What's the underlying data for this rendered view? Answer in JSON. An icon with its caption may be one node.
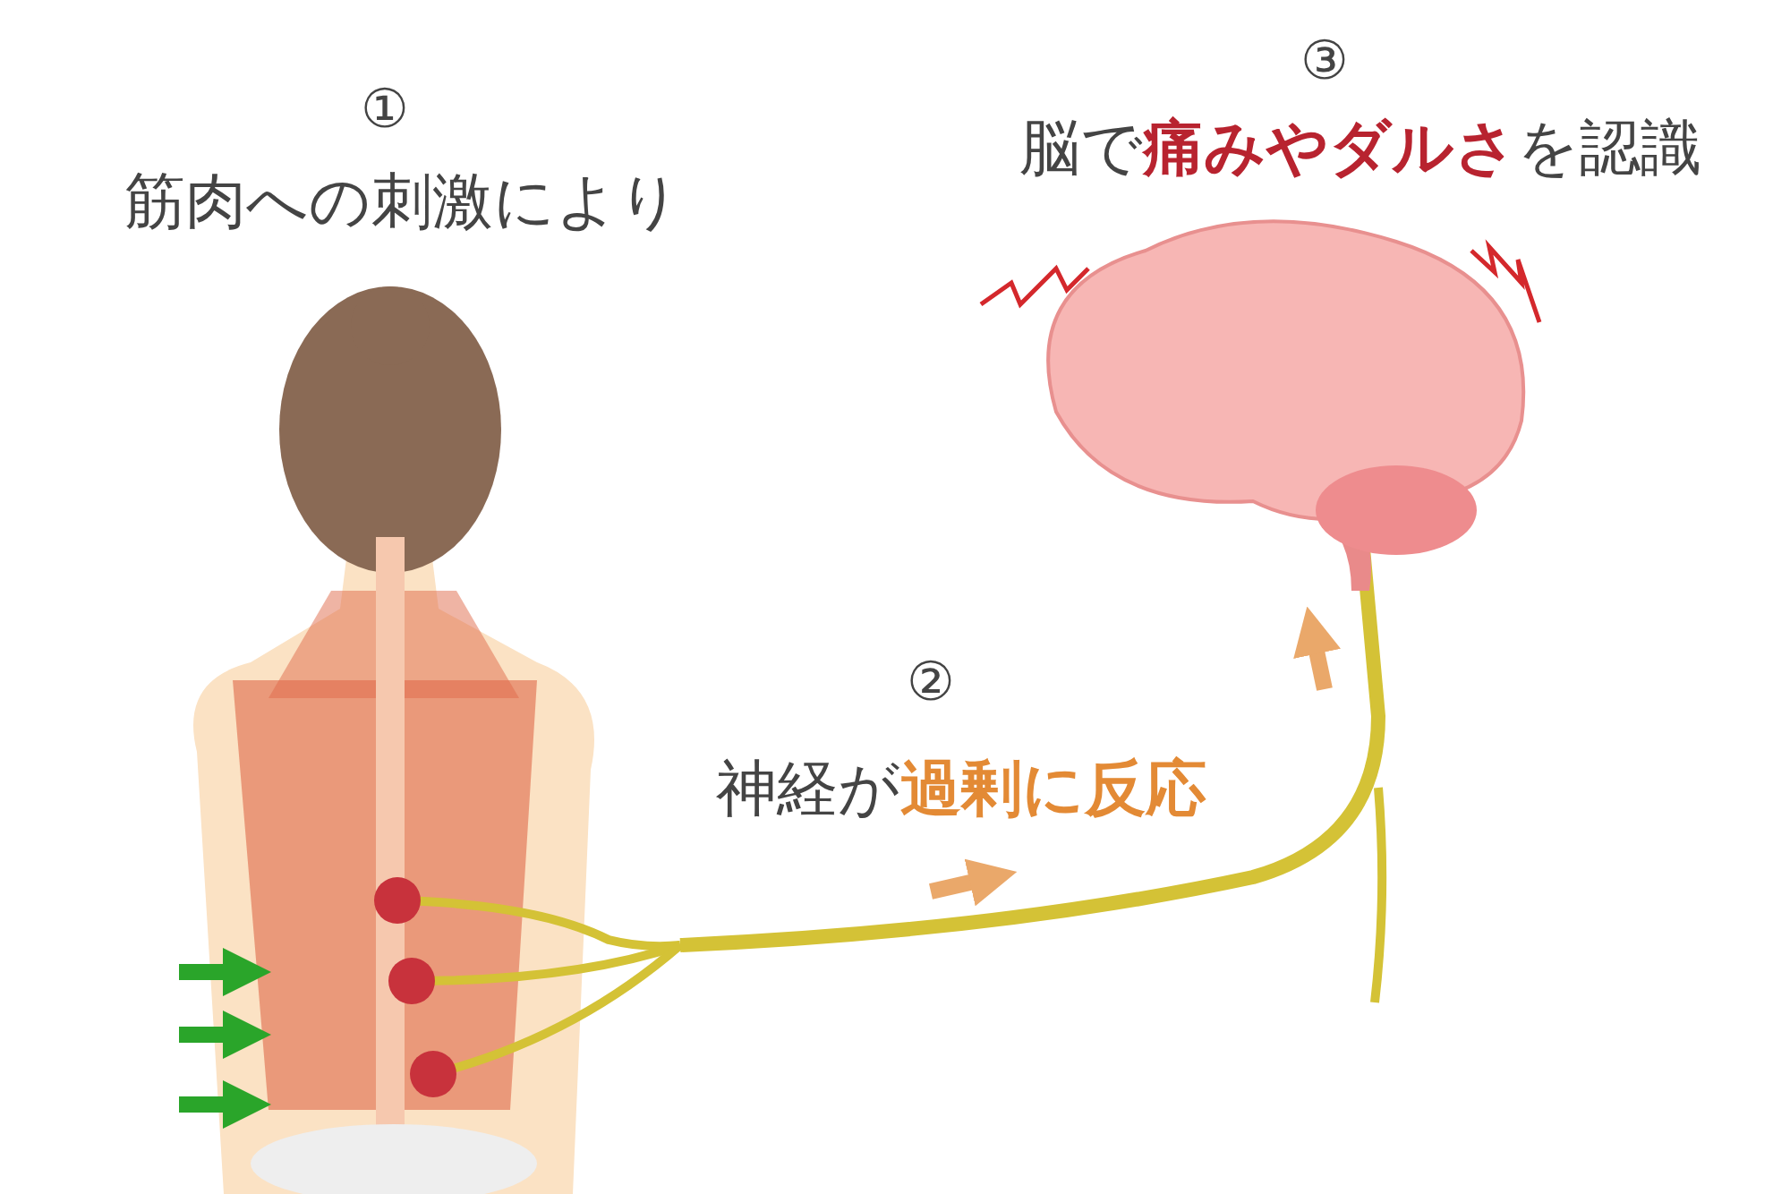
{
  "diagram": {
    "labels": [
      "①",
      "筋肉への刺激により",
      "②",
      "神経が**過剰に反応**",
      "③",
      "脳で**痛みやダルさ**を認識"
    ]
  }
}
